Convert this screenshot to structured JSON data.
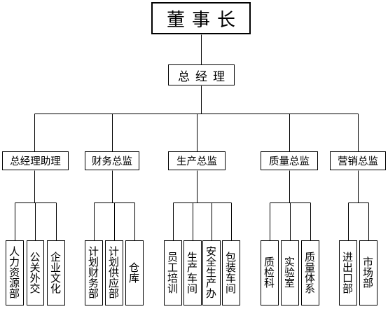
{
  "org": {
    "top": "董事长",
    "ceo": "总经理",
    "departments": [
      {
        "name": "总经理助理",
        "units": [
          "人力资源部",
          "公关外交",
          "企业文化"
        ]
      },
      {
        "name": "财务总监",
        "units": [
          "计划财务部",
          "计划供应部",
          "仓 库"
        ]
      },
      {
        "name": "生产总监",
        "units": [
          "员工培训",
          "生产车间",
          "安全生产办",
          "包装车间"
        ]
      },
      {
        "name": "质量总监",
        "units": [
          "质检科",
          "实验室",
          "质量体系"
        ]
      },
      {
        "name": "营销总监",
        "units": [
          "进出口部",
          "市场部"
        ]
      }
    ]
  }
}
